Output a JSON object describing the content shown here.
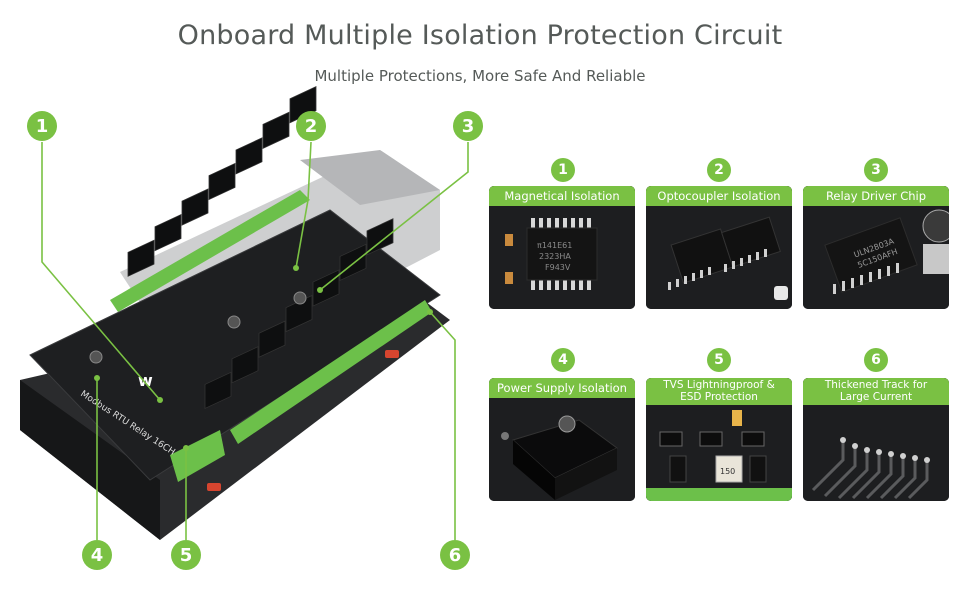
{
  "header": {
    "title": "Onboard Multiple Isolation Protection Circuit",
    "subtitle": "Multiple Protections, More Safe And Reliable"
  },
  "board": {
    "callouts": [
      "1",
      "2",
      "3",
      "4",
      "5",
      "6"
    ],
    "silkscreen": "Modbus RTU Relay 16CH",
    "logo_text": "w"
  },
  "features": [
    {
      "number": "1",
      "label": "Magnetical Isolation",
      "chip_text": [
        "π141E61",
        "2323HA",
        "F943V"
      ]
    },
    {
      "number": "2",
      "label": "Optocoupler Isolation"
    },
    {
      "number": "3",
      "label": "Relay Driver Chip",
      "chip_text": [
        "ULN2803A",
        "5C150AFH"
      ]
    },
    {
      "number": "4",
      "label": "Power Supply Isolation"
    },
    {
      "number": "5",
      "label_line1": "TVS Lightningproof &",
      "label_line2": "ESD Protection",
      "chip_text": [
        "150"
      ]
    },
    {
      "number": "6",
      "label_line1": "Thickened Track for",
      "label_line2": "Large Current"
    }
  ],
  "colors": {
    "accent": "#7ac143",
    "board": "#1c1d1f",
    "terminal": "#6cc04a"
  }
}
